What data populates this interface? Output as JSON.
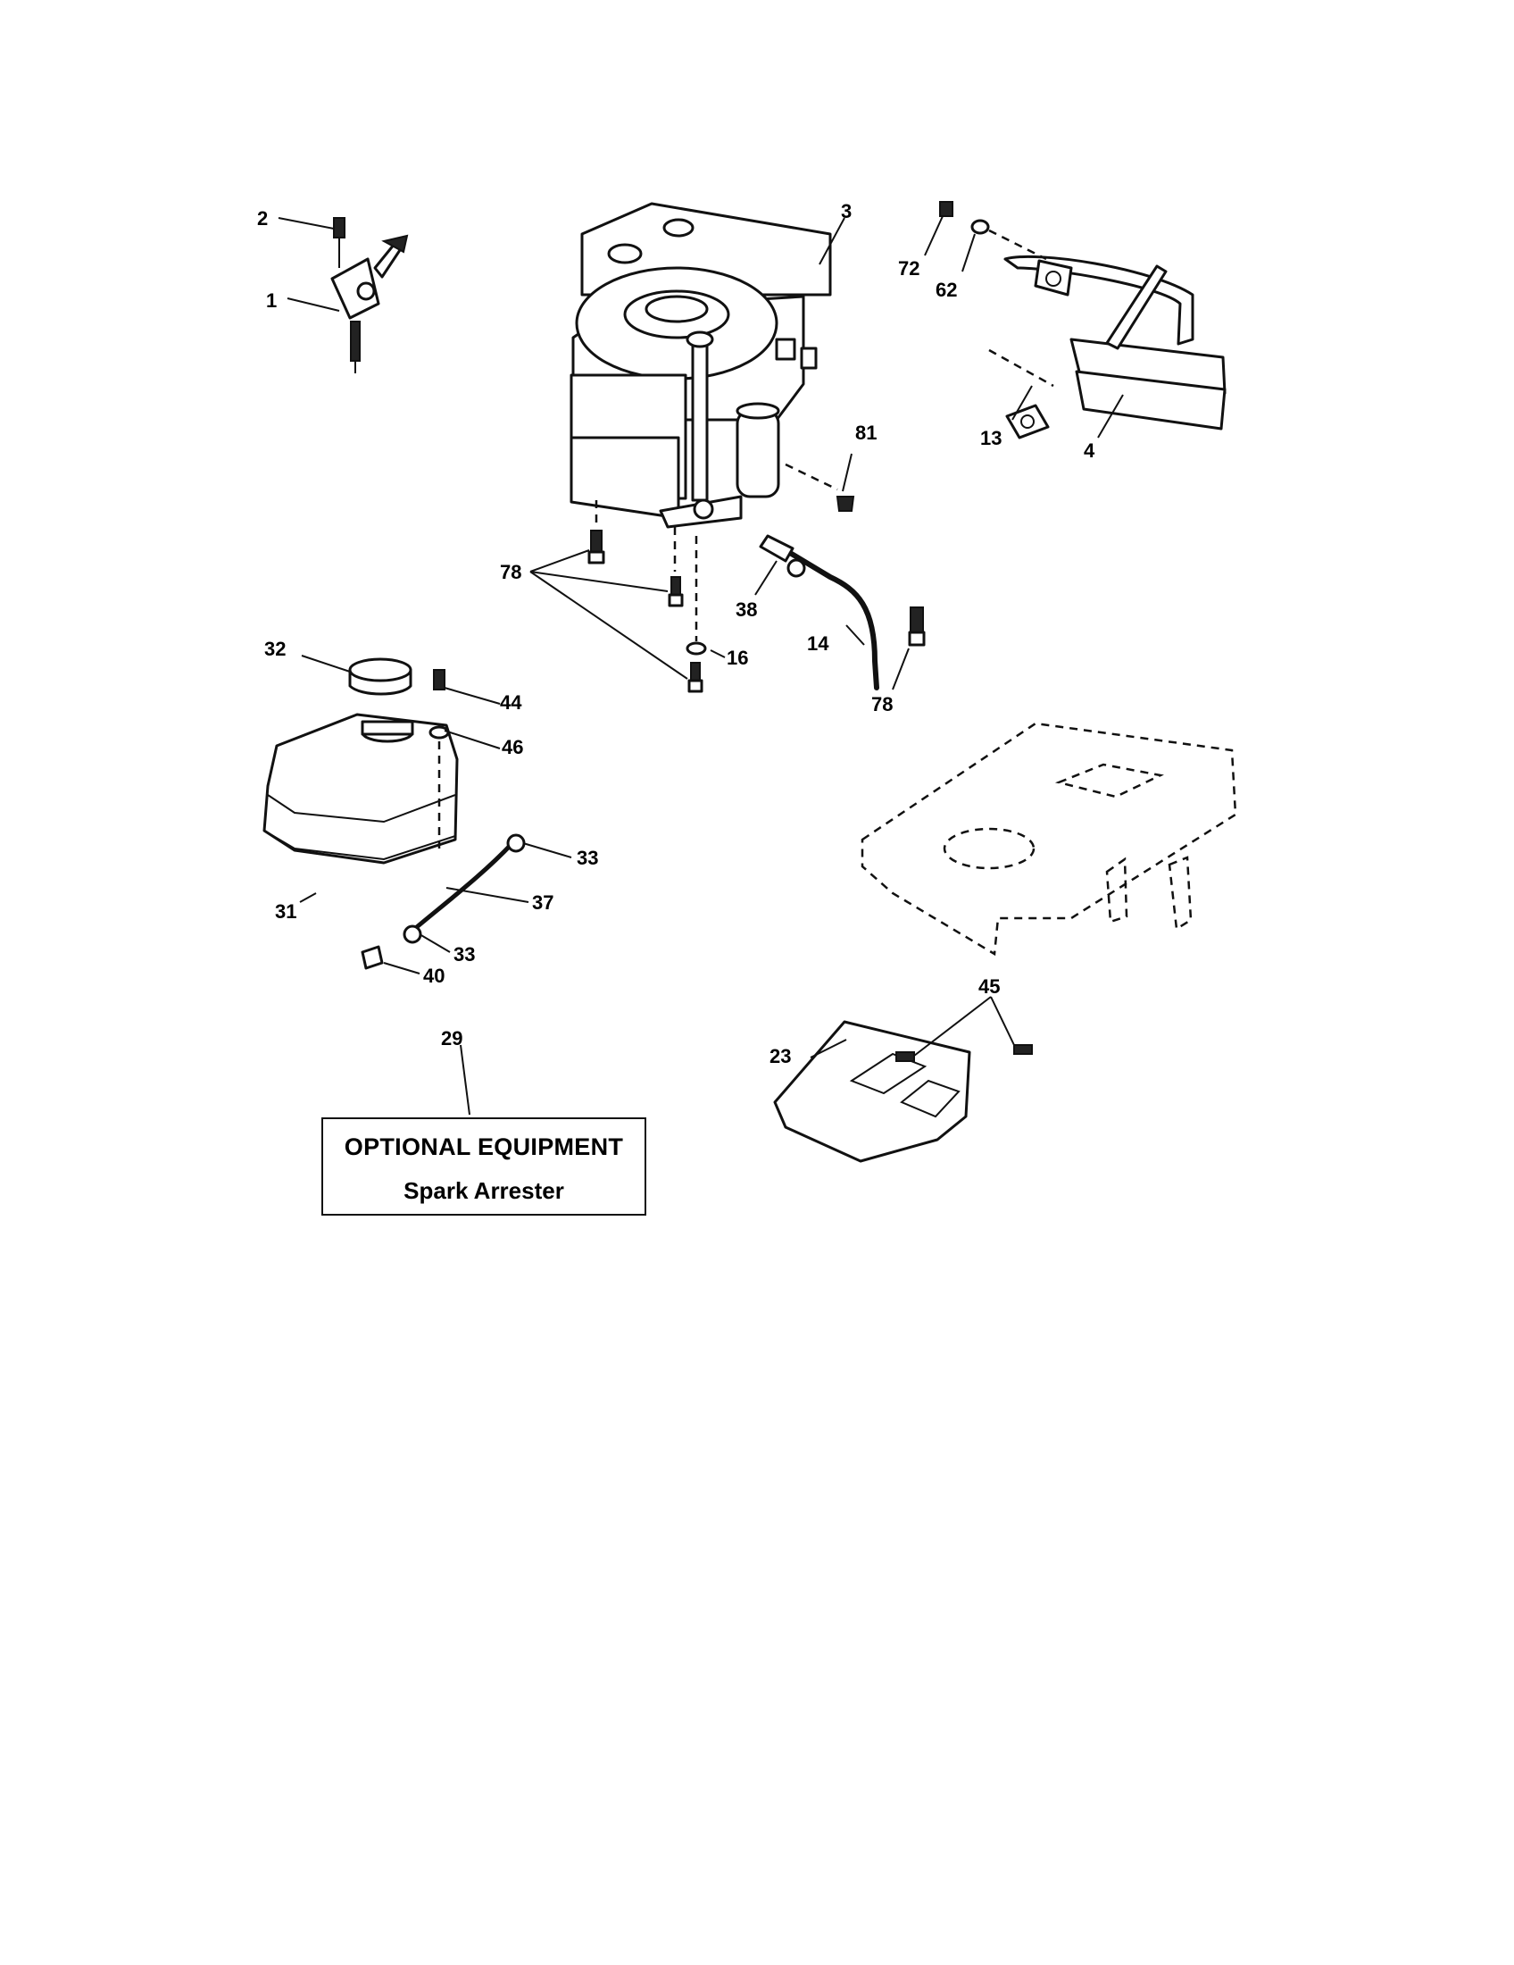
{
  "callouts": [
    {
      "id": "c1",
      "text": "1"
    },
    {
      "id": "c2",
      "text": "2"
    },
    {
      "id": "c3",
      "text": "3"
    },
    {
      "id": "c4",
      "text": "4"
    },
    {
      "id": "c13",
      "text": "13"
    },
    {
      "id": "c14",
      "text": "14"
    },
    {
      "id": "c16",
      "text": "16"
    },
    {
      "id": "c23",
      "text": "23"
    },
    {
      "id": "c29",
      "text": "29"
    },
    {
      "id": "c31",
      "text": "31"
    },
    {
      "id": "c32",
      "text": "32"
    },
    {
      "id": "c33a",
      "text": "33"
    },
    {
      "id": "c33b",
      "text": "33"
    },
    {
      "id": "c37",
      "text": "37"
    },
    {
      "id": "c38",
      "text": "38"
    },
    {
      "id": "c40",
      "text": "40"
    },
    {
      "id": "c44",
      "text": "44"
    },
    {
      "id": "c45",
      "text": "45"
    },
    {
      "id": "c46",
      "text": "46"
    },
    {
      "id": "c62",
      "text": "62"
    },
    {
      "id": "c72",
      "text": "72"
    },
    {
      "id": "c78a",
      "text": "78"
    },
    {
      "id": "c78b",
      "text": "78"
    },
    {
      "id": "c81",
      "text": "81"
    }
  ],
  "optional_box": {
    "title": "OPTIONAL EQUIPMENT",
    "subtitle": "Spark Arrester"
  }
}
